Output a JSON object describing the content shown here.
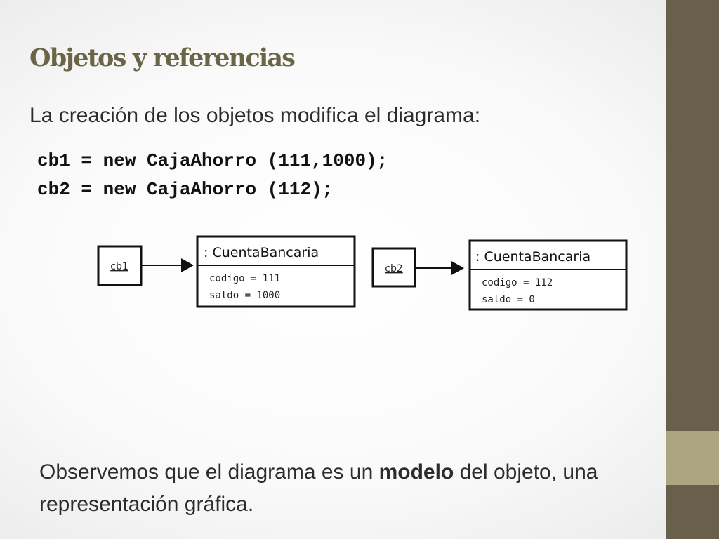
{
  "slide": {
    "title": "Objetos y referencias",
    "intro": "La creación de los objetos modifica el diagrama:",
    "code_lines": [
      "cb1 = new CajaAhorro (111,1000);",
      "cb2 = new CajaAhorro (112);"
    ],
    "closing": {
      "before": "Observemos que el diagrama es un ",
      "bold": "modelo",
      "after": " del objeto, una representación gráfica."
    }
  },
  "diagram": {
    "references": [
      {
        "label": "cb1"
      },
      {
        "label": "cb2"
      }
    ],
    "objects": [
      {
        "name": ": CuentaBancaria",
        "attributes": [
          "codigo = 111",
          "saldo = 1000"
        ]
      },
      {
        "name": ": CuentaBancaria",
        "attributes": [
          "codigo = 112",
          "saldo = 0"
        ]
      }
    ]
  },
  "theme": {
    "title_color": "#6a6547",
    "sidebar_color": "#68604a",
    "sidebar_accent_color": "#aba680"
  }
}
